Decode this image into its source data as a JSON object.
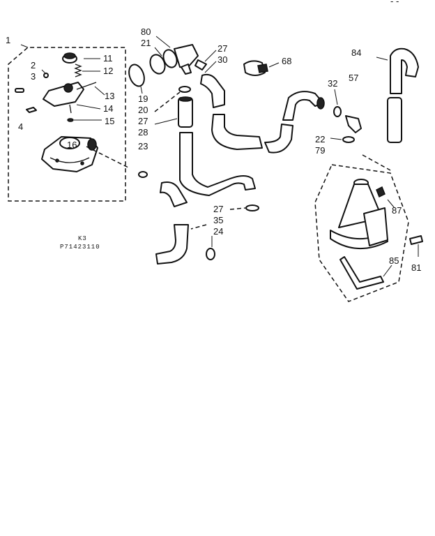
{
  "header": {
    "corner_text": "- -"
  },
  "part_numbers": {
    "p1": "1",
    "p2": "2",
    "p3": "3",
    "p4": "4",
    "p11": "11",
    "p12": "12",
    "p13": "13",
    "p14": "14",
    "p15": "15",
    "p16": "16",
    "p80": "80",
    "p21": "21",
    "p19": "19",
    "p20": "20",
    "p27a": "27",
    "p28": "28",
    "p23": "23",
    "p27b": "27",
    "p30": "30",
    "p68": "68",
    "p84": "84",
    "p57": "57",
    "p32": "32",
    "p22": "22",
    "p79": "79",
    "p87": "87",
    "p85": "85",
    "p81": "81",
    "p27c": "27",
    "p35": "35",
    "p24": "24"
  },
  "legend": {
    "line1": "K3",
    "line2": "P71423110"
  }
}
